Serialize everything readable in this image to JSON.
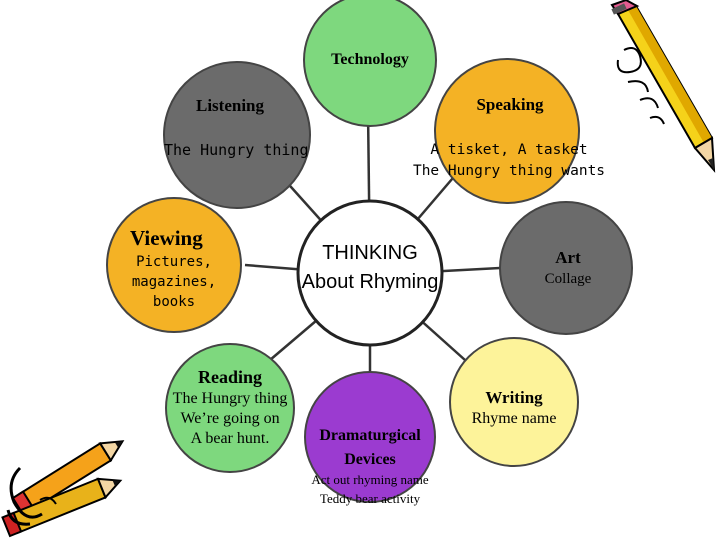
{
  "colors": {
    "center": "#ffffff",
    "technology": "#7ed87e",
    "speaking": "#f4b225",
    "listening": "#6b6b6b",
    "viewing": "#f4b225",
    "art": "#6b6b6b",
    "reading": "#7ed87e",
    "dramaturgical": "#9b3bd0",
    "writing": "#fdf39a",
    "outline": "#333333"
  },
  "center": {
    "line1": "THINKING",
    "line2": "About Rhyming"
  },
  "nodes": {
    "technology": {
      "title": "Technology"
    },
    "speaking": {
      "title": "Speaking",
      "body1": "A tisket, A tasket",
      "body2": "The Hungry thing wants"
    },
    "listening": {
      "title": "Listening",
      "body1": "The Hungry thing"
    },
    "viewing": {
      "title": "Viewing",
      "body1": "Pictures,",
      "body2": "magazines,",
      "body3": "books"
    },
    "art": {
      "title": "Art",
      "body1": "Collage"
    },
    "reading": {
      "title": "Reading",
      "body1": "The Hungry thing",
      "body2": "We’re going on",
      "body3": "A bear hunt."
    },
    "dramaturgical": {
      "title1": "Dramaturgical",
      "title2": "Devices",
      "body1": "Act out rhyming name",
      "body2": "Teddy bear activity"
    },
    "writing": {
      "title": "Writing",
      "body1": "Rhyme name"
    }
  },
  "decorations": [
    "pencil-icon",
    "pencils-icon"
  ]
}
